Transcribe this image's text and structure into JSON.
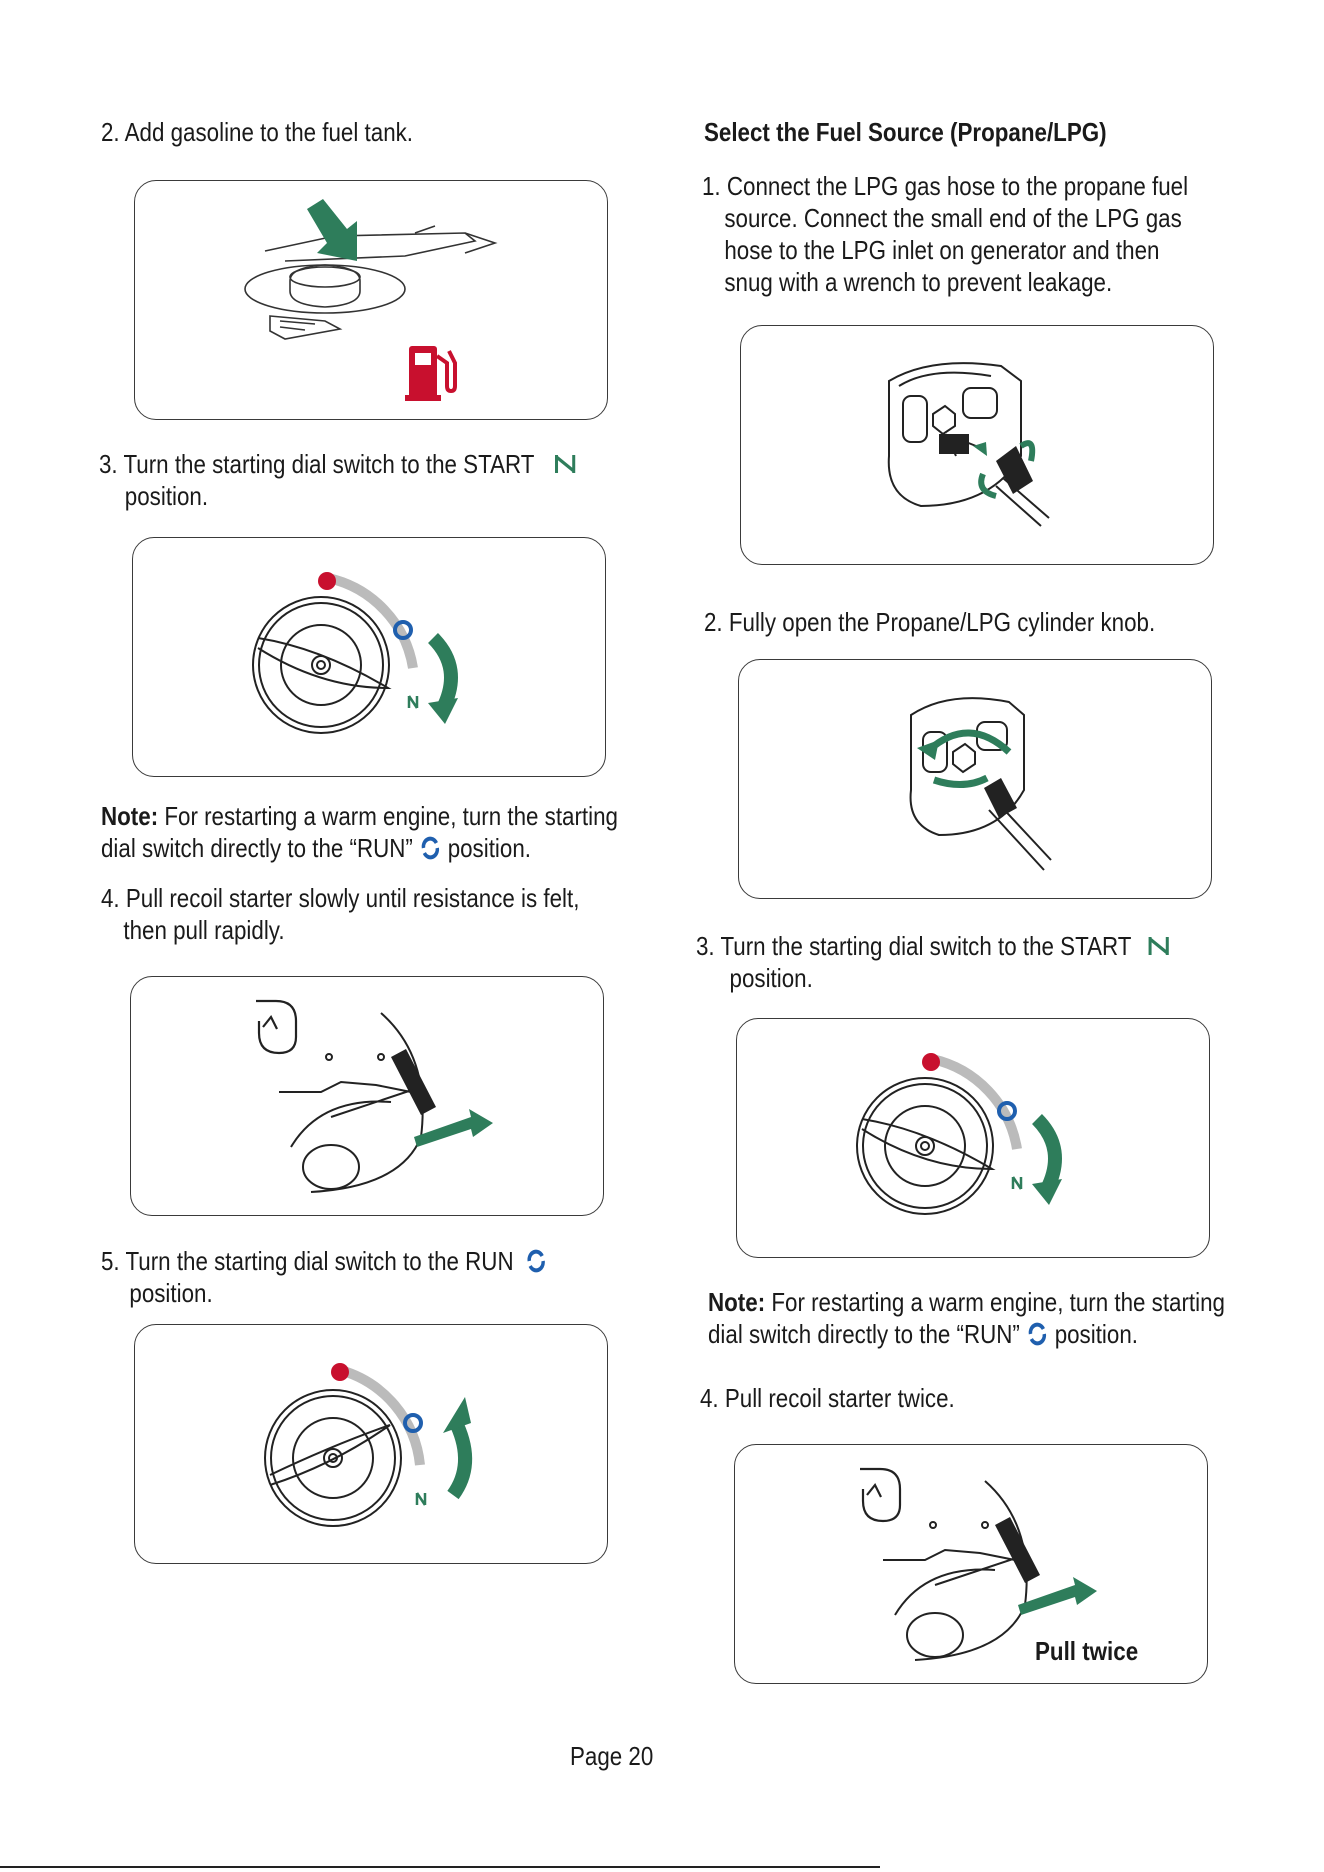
{
  "left": {
    "step2": "2. Add gasoline to the fuel tank.",
    "step3_line1": "3. Turn the starting dial switch to the START",
    "step3_line2": "position.",
    "note_label": "Note:",
    "note_line1": "For restarting a warm engine, turn the starting",
    "note_line2a": "dial switch directly to the “RUN”",
    "note_line2b": "position.",
    "step4_line1": "4. Pull recoil starter slowly until resistance is felt,",
    "step4_line2": "then pull rapidly.",
    "step5_line1": "5. Turn the starting dial switch to the RUN",
    "step5_line2": "position."
  },
  "right": {
    "heading": "Select the Fuel Source (Propane/LPG)",
    "step1_line1": "1. Connect the LPG gas hose to the propane fuel",
    "step1_line2": "source. Connect the small end of the LPG gas",
    "step1_line3": "hose to the LPG inlet on generator and then",
    "step1_line4": "snug with a wrench to prevent leakage.",
    "step2": "2.  Fully open the Propane/LPG cylinder knob.",
    "step3_line1": "3. Turn the starting dial switch to the START",
    "step3_line2": "position.",
    "note_label": "Note:",
    "note_line1": "For restarting a warm engine, turn the starting",
    "note_line2a": "dial switch directly to the “RUN”",
    "note_line2b": "position.",
    "step4": "4. Pull recoil starter twice.",
    "pull_twice": "Pull twice"
  },
  "footer": {
    "page": "Page 20"
  },
  "colors": {
    "green": "#2e7d5b",
    "red": "#c8102e",
    "blue": "#1f5fae"
  },
  "icons": [
    "start-icon",
    "run-icon",
    "fuel-pump-icon",
    "arrow-icon",
    "recoil-icon"
  ]
}
